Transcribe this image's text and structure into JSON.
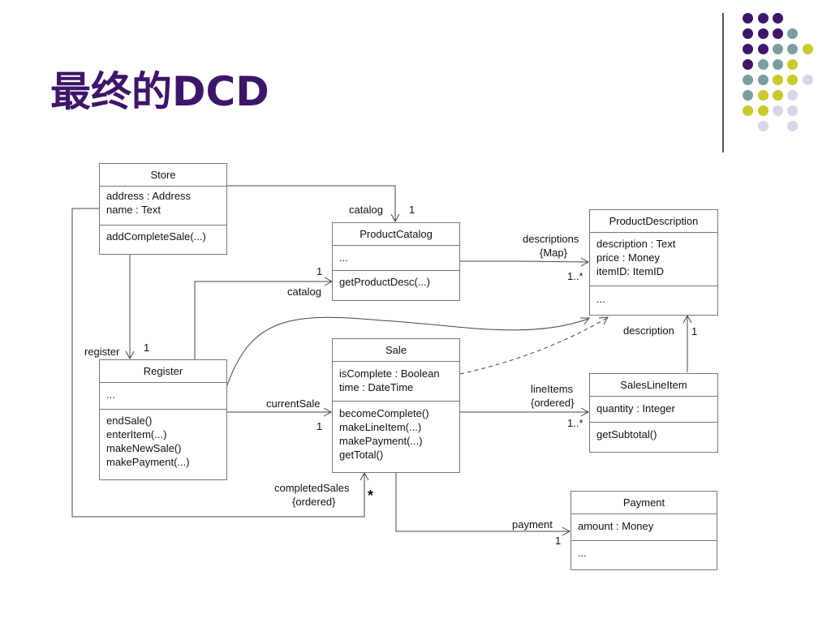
{
  "slide": {
    "title": "最终的DCD",
    "accent_color": "#3d1569",
    "dot_colors": {
      "purple": "#3d1569",
      "teal": "#7a9e9f",
      "yellow": "#c9c92a",
      "lavender": "#d8d6e8"
    }
  },
  "classes": {
    "store": {
      "name": "Store",
      "attributes": [
        "address : Address",
        "name : Text"
      ],
      "operations": [
        "addCompleteSale(...)"
      ]
    },
    "product_catalog": {
      "name": "ProductCatalog",
      "attributes": [
        "..."
      ],
      "operations": [
        "getProductDesc(...)"
      ]
    },
    "product_description": {
      "name": "ProductDescription",
      "attributes": [
        "description : Text",
        "price : Money",
        "itemID: ItemID"
      ],
      "operations": [
        "..."
      ]
    },
    "register": {
      "name": "Register",
      "attributes": [
        "..."
      ],
      "operations": [
        "endSale()",
        "enterItem(...)",
        "makeNewSale()",
        "makePayment(...)"
      ]
    },
    "sale": {
      "name": "Sale",
      "attributes": [
        "isComplete : Boolean",
        "time : DateTime"
      ],
      "operations": [
        "becomeComplete()",
        "makeLineItem(...)",
        "makePayment(...)",
        "getTotal()"
      ]
    },
    "sales_line_item": {
      "name": "SalesLineItem",
      "attributes": [
        "quantity : Integer"
      ],
      "operations": [
        "getSubtotal()"
      ]
    },
    "payment": {
      "name": "Payment",
      "attributes": [
        "amount : Money"
      ],
      "operations": [
        "..."
      ]
    }
  },
  "labels": {
    "catalog_top": "catalog",
    "catalog_top_mult": "1",
    "descriptions_role": "descriptions",
    "descriptions_map": "{Map}",
    "descriptions_mult": "1..*",
    "catalog_reg_mult": "1",
    "catalog_reg": "catalog",
    "register_role": "register",
    "register_mult": "1",
    "description_role": "description",
    "description_mult": "1",
    "current_sale": "currentSale",
    "current_sale_mult": "1",
    "line_items": "lineItems",
    "line_items_ordered": "{ordered}",
    "line_items_mult": "1..*",
    "completed_sales": "completedSales",
    "completed_sales_ordered": "{ordered}",
    "completed_sales_mult": "*",
    "payment_role": "payment",
    "payment_mult": "1"
  }
}
